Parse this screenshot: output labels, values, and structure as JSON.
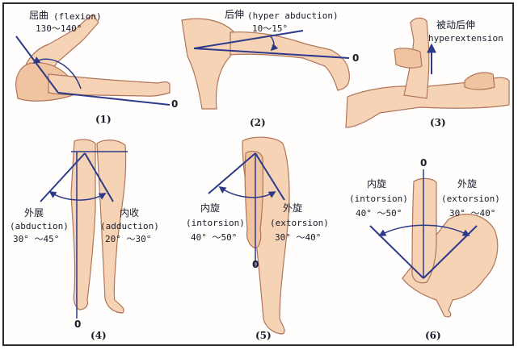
{
  "panels": {
    "p1": {
      "number": "(1)",
      "title_cn": "屈曲",
      "title_en": "(flexion)",
      "range": "130～140°",
      "zero": "0"
    },
    "p2": {
      "number": "(2)",
      "title_cn": "后伸",
      "title_en": "(hyper abduction)",
      "range": "10～15°",
      "zero": "0"
    },
    "p3": {
      "number": "(3)",
      "title_cn": "被动后伸",
      "title_en": "hyperextension"
    },
    "p4": {
      "number": "(4)",
      "left_cn": "外展",
      "left_en": "(abduction)",
      "left_range": "30° ～45°",
      "right_cn": "内收",
      "right_en": "(adduction)",
      "right_range": "20° ～30°",
      "zero": "0"
    },
    "p5": {
      "number": "(5)",
      "left_cn": "内旋",
      "left_en": "(intorsion)",
      "left_range": "40° ～50°",
      "right_cn": "外旋",
      "right_en": "(extorsion)",
      "right_range": "30° ～40°",
      "zero": "0"
    },
    "p6": {
      "number": "(6)",
      "left_cn": "内旋",
      "left_en": "(intorsion)",
      "left_range": "40° ～50°",
      "right_cn": "外旋",
      "right_en": "(extorsion)",
      "right_range": "30° ～40°",
      "zero": "0"
    }
  },
  "colors": {
    "skin": "#f6d3b5",
    "skin_shadow": "#e8b08c",
    "outline": "#b0755a",
    "line": "#2d3a8a",
    "text": "#1a1a2a"
  }
}
